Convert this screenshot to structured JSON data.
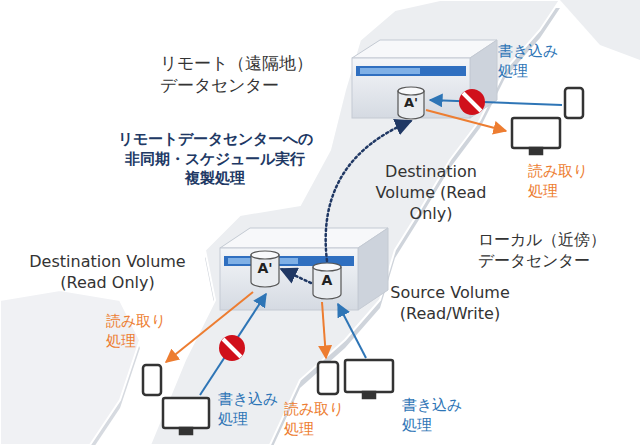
{
  "diagram": {
    "nodes": [
      {
        "text": [
          "リモート（遠隔地） データセンター"
        ]
      },
      {
        "text": [
          "A'",
          "Destination Volume (Read Only)"
        ],
        "in": 0
      },
      {
        "text": [
          "ローカル（近傍） データセンター"
        ]
      },
      {
        "text": [
          "A'",
          "Destination Volume (Read Only)"
        ],
        "in": 2
      },
      {
        "text": [
          "A",
          "Source Volume (Read/Write)"
        ],
        "in": 2
      }
    ],
    "edges": [
      {
        "from": 4,
        "to": 1,
        "arrow": "to",
        "label": "リモートデータセンターへの 非同期・スケジュール実行 複製処理"
      },
      {
        "from": 4,
        "to": 3,
        "arrow": "to"
      }
    ],
    "labels": [
      "書き込み 処理",
      "読み取り 処理",
      "読み取り 処理",
      "書き込み 処理",
      "読み取り 処理",
      "書き込み 処理"
    ]
  }
}
